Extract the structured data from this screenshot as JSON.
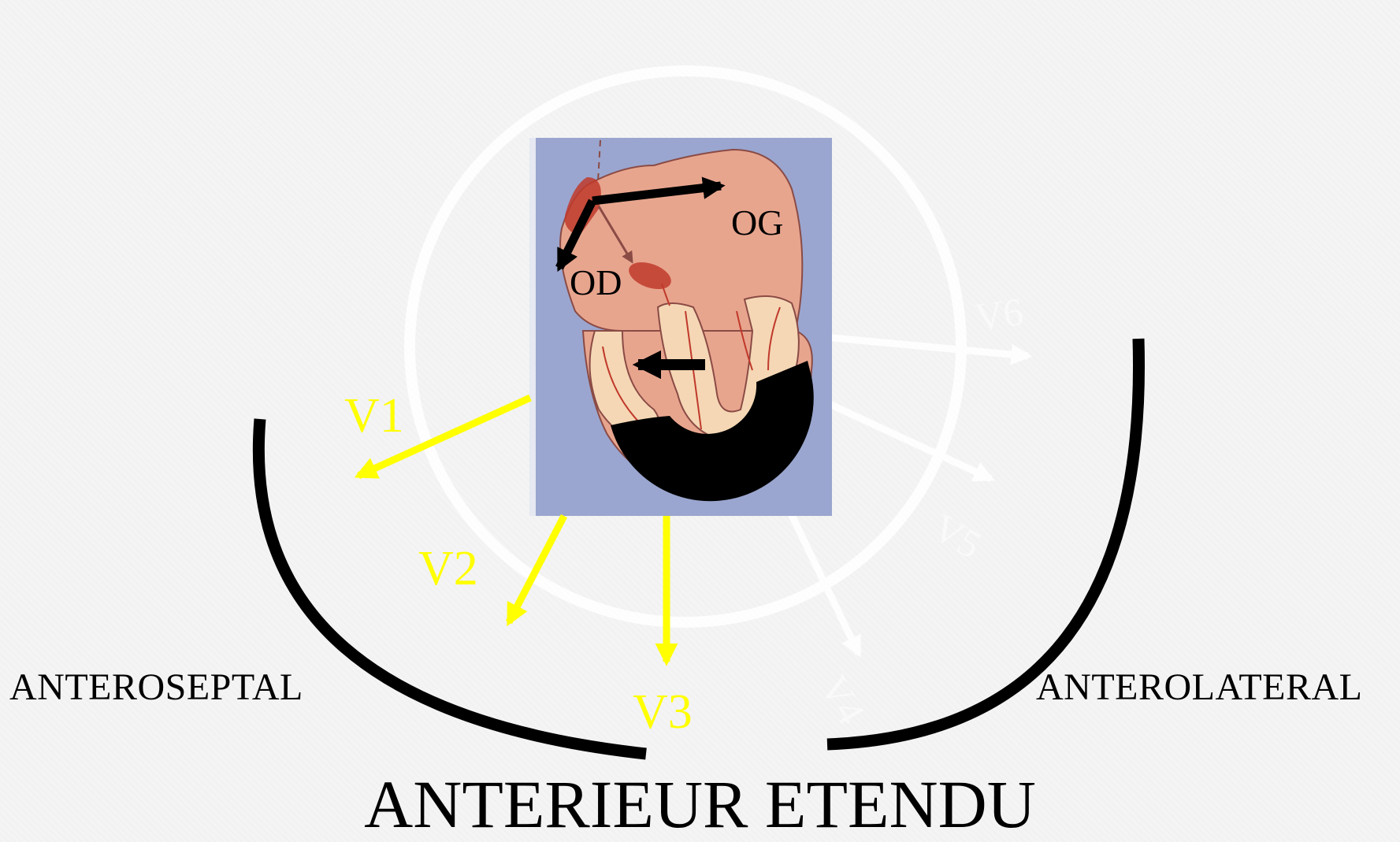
{
  "heart": {
    "left_atrium_label": "OG",
    "right_atrium_label": "OD"
  },
  "leads": {
    "v1": "V1",
    "v2": "V2",
    "v3": "V3"
  },
  "ghost_leads": {
    "v4": "V4",
    "v5": "V5",
    "v6": "V6"
  },
  "regions": {
    "left": "ANTEROSEPTAL",
    "right": "ANTEROLATERAL"
  },
  "title": "ANTERIEUR ETENDU",
  "colors": {
    "background": "#f4f4f4",
    "lead_arrows": "#ffff00",
    "heart_panel": "#9aa6cf",
    "myocardium": "#e8a58e",
    "necrosis_band": "#000000"
  }
}
